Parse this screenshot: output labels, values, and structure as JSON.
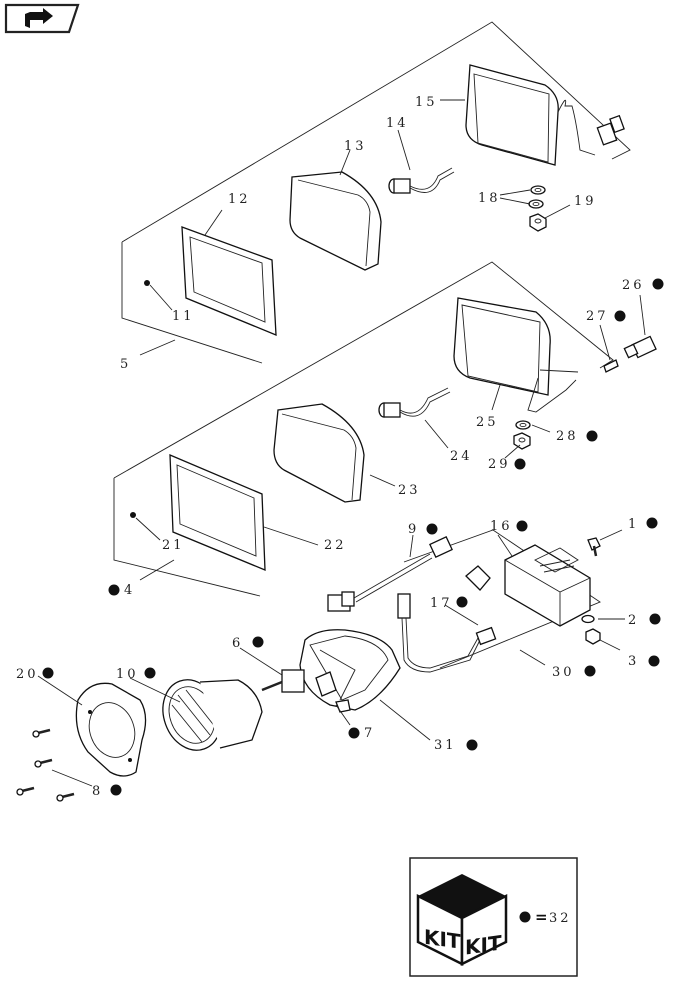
{
  "callouts": [
    {
      "id": "c1",
      "text": "1",
      "kit": true
    },
    {
      "id": "c2",
      "text": "2",
      "kit": true
    },
    {
      "id": "c3",
      "text": "3",
      "kit": true
    },
    {
      "id": "c4",
      "text": "4",
      "kit": true
    },
    {
      "id": "c5",
      "text": "5",
      "kit": false
    },
    {
      "id": "c6",
      "text": "6",
      "kit": true
    },
    {
      "id": "c7",
      "text": "7",
      "kit": true
    },
    {
      "id": "c8",
      "text": "8",
      "kit": true
    },
    {
      "id": "c9",
      "text": "9",
      "kit": true
    },
    {
      "id": "c10",
      "text": "10",
      "kit": true
    },
    {
      "id": "c11",
      "text": "11",
      "kit": false
    },
    {
      "id": "c12",
      "text": "12",
      "kit": false
    },
    {
      "id": "c13",
      "text": "13",
      "kit": false
    },
    {
      "id": "c14",
      "text": "14",
      "kit": false
    },
    {
      "id": "c15",
      "text": "15",
      "kit": false
    },
    {
      "id": "c16",
      "text": "16",
      "kit": true
    },
    {
      "id": "c17",
      "text": "17",
      "kit": true
    },
    {
      "id": "c18",
      "text": "18",
      "kit": false
    },
    {
      "id": "c19",
      "text": "19",
      "kit": false
    },
    {
      "id": "c20",
      "text": "20",
      "kit": true
    },
    {
      "id": "c21",
      "text": "21",
      "kit": false
    },
    {
      "id": "c22",
      "text": "22",
      "kit": false
    },
    {
      "id": "c23",
      "text": "23",
      "kit": false
    },
    {
      "id": "c24",
      "text": "24",
      "kit": false
    },
    {
      "id": "c25",
      "text": "25",
      "kit": false
    },
    {
      "id": "c26",
      "text": "26",
      "kit": true
    },
    {
      "id": "c27",
      "text": "27",
      "kit": true
    },
    {
      "id": "c28",
      "text": "28",
      "kit": true
    },
    {
      "id": "c29",
      "text": "29",
      "kit": true
    },
    {
      "id": "c30",
      "text": "30",
      "kit": true
    },
    {
      "id": "c31",
      "text": "31",
      "kit": true
    }
  ],
  "legend": {
    "kit_text_left": "KIT",
    "kit_text_right": "KIT",
    "equals": "=",
    "kit_ref": "32"
  },
  "colors": {
    "ink": "#111111",
    "paper": "#ffffff"
  },
  "icons": {
    "nav": "forward-arrow-icon"
  }
}
